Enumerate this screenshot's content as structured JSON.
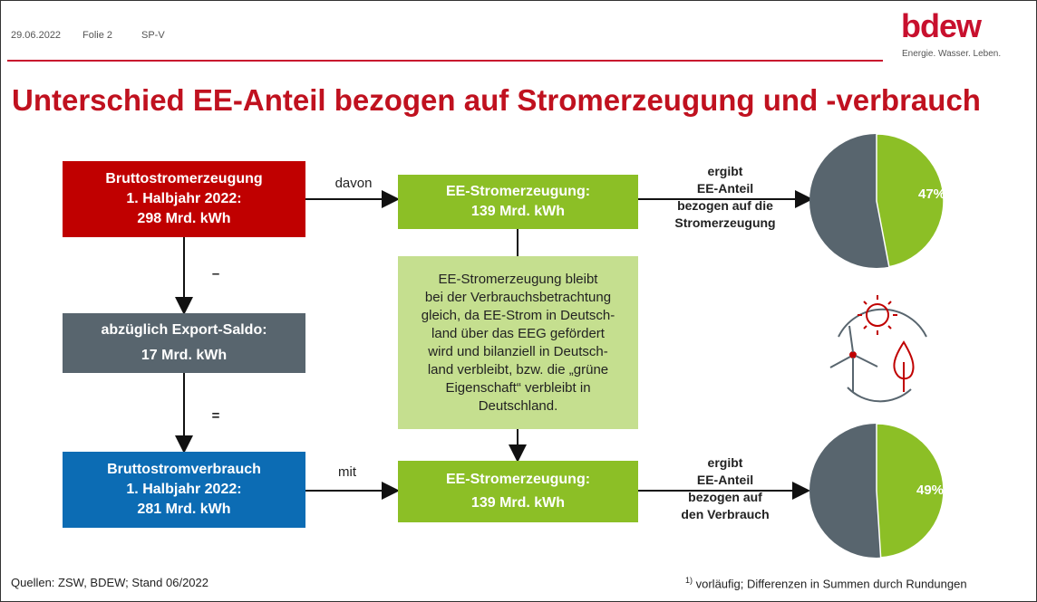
{
  "header": {
    "date": "29.06.2022",
    "slide": "Folie 2",
    "dept": "SP-V"
  },
  "logo": {
    "name": "bdew",
    "tagline": "Energie. Wasser. Leben."
  },
  "title": "Unterschied EE-Anteil bezogen auf Stromerzeugung und -verbrauch",
  "boxes": {
    "gross_generation": [
      "Bruttostromerzeugung",
      "1. Halbjahr 2022:",
      "298 Mrd. kWh"
    ],
    "export_saldo": [
      "abzüglich Export-Saldo:",
      "17 Mrd. kWh"
    ],
    "gross_consumption": [
      "Bruttostromverbrauch",
      "1. Halbjahr 2022:",
      "281 Mrd. kWh"
    ],
    "ee_generation_top": [
      "EE-Stromerzeugung:",
      "139 Mrd. kWh"
    ],
    "ee_generation_bottom": [
      "EE-Stromerzeugung:",
      "139 Mrd. kWh"
    ],
    "explanation": [
      "EE-Stromerzeugung bleibt",
      "bei der Verbrauchsbetrachtung",
      "gleich, da EE-Strom in Deutsch-",
      "land über das EEG gefördert",
      "wird und bilanziell in Deutsch-",
      "land verbleibt, bzw. die „grüne",
      "Eigenschaft“ verbleibt in",
      "Deutschland."
    ]
  },
  "connectors": {
    "davon": "davon",
    "mit": "mit",
    "minus": "–",
    "equals": "="
  },
  "result_labels": {
    "top": [
      "ergibt",
      "EE-Anteil",
      "bezogen auf die",
      "Stromerzeugung"
    ],
    "bottom": [
      "ergibt",
      "EE-Anteil",
      "bezogen auf",
      "den Verbrauch"
    ]
  },
  "charts": [
    {
      "name": "share-generation",
      "share_pct": 47,
      "label": "47%"
    },
    {
      "name": "share-consumption",
      "share_pct": 49,
      "label": "49%"
    }
  ],
  "colors": {
    "green": "#8cbf26",
    "grey": "#58656e",
    "red": "#c00000",
    "blue": "#0c6cb4"
  },
  "icons": [
    "sun-icon",
    "wind-turbine-icon",
    "flame-icon"
  ],
  "footer": {
    "source": "Quellen: ZSW, BDEW; Stand 06/2022",
    "note_mark": "1)",
    "note": " vorläufig; Differenzen in Summen durch Rundungen"
  }
}
